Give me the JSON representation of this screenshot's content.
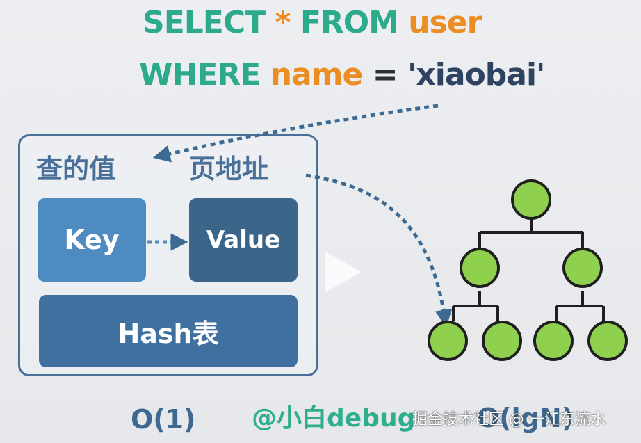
{
  "sql": {
    "line1": {
      "select": "SELECT",
      "star": "*",
      "from": "FROM",
      "table": "user"
    },
    "line2": {
      "where": "WHERE",
      "column": "name",
      "equals": "=",
      "value": "'xiaobai'"
    }
  },
  "hash_panel": {
    "label_left": "查的值",
    "label_right": "页地址",
    "key_label": "Key",
    "value_label": "Value",
    "hash_label": "Hash表"
  },
  "complexity": {
    "hash": "O(1)",
    "tree": "O(lgN)"
  },
  "watermark": "@小白debug",
  "credit": "掘金技术社区 @ 一江东流水",
  "colors": {
    "keyword": "#2daa8b",
    "identifier": "#eb8d22",
    "panel_border": "#4a6f99",
    "key_box": "#4e8bc0",
    "value_box": "#3b6589",
    "hash_box": "#3f709f",
    "tree_node": "#8fd14f",
    "tree_line": "#1f1f1f"
  },
  "icons": {
    "play": "play-icon",
    "tree": "tree-icon"
  }
}
